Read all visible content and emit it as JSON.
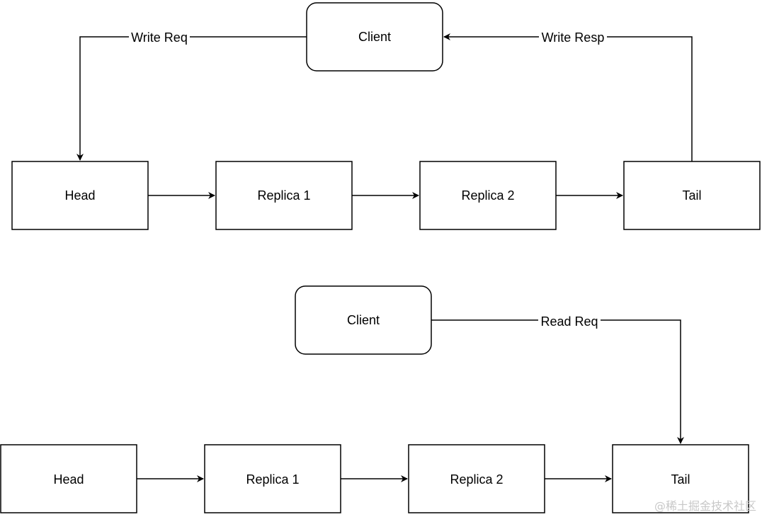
{
  "diagram_top": {
    "client": "Client",
    "head": "Head",
    "replica1": "Replica 1",
    "replica2": "Replica 2",
    "tail": "Tail",
    "write_req": "Write Req",
    "write_resp": "Write Resp"
  },
  "diagram_bottom": {
    "client": "Client",
    "head": "Head",
    "replica1": "Replica 1",
    "replica2": "Replica 2",
    "tail": "Tail",
    "read_req": "Read Req"
  },
  "watermark": "@稀土掘金技术社区",
  "colors": {
    "stroke": "#000000",
    "background": "#ffffff",
    "text": "#000000"
  }
}
